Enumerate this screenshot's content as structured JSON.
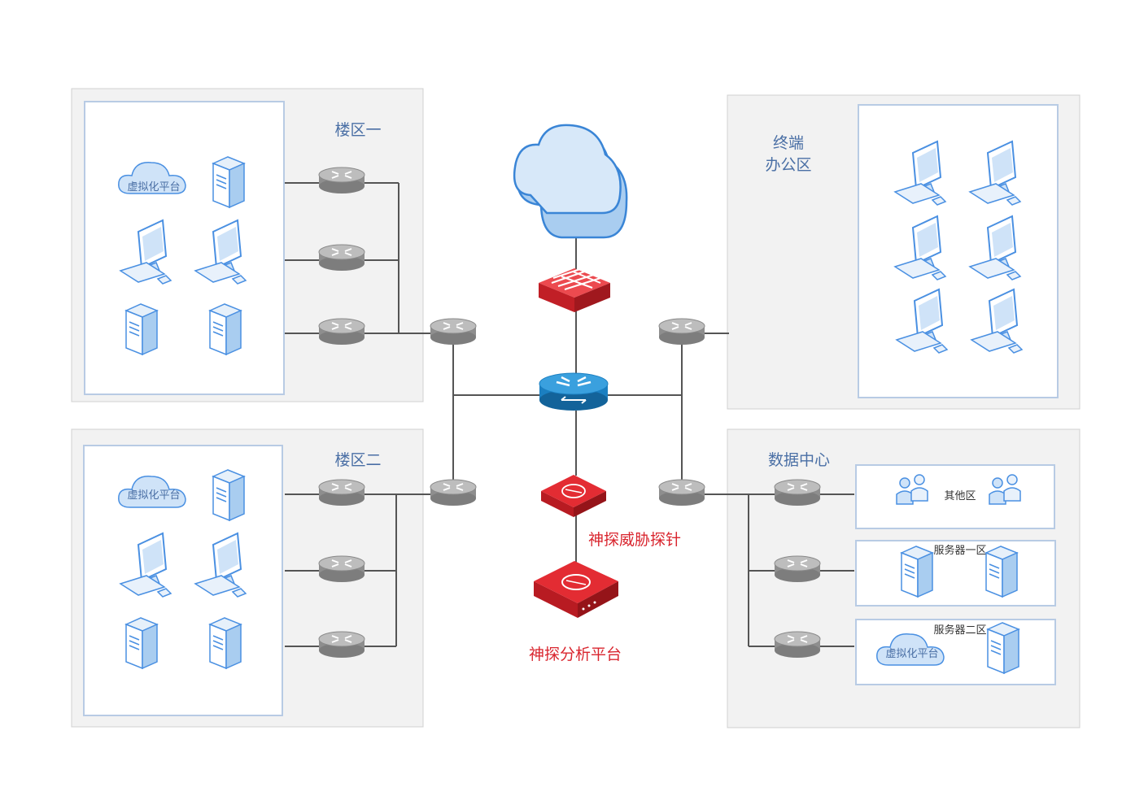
{
  "zones": {
    "building1": {
      "title": "楼区一",
      "virt_label": "虚拟化平台"
    },
    "building2": {
      "title": "楼区二",
      "virt_label": "虚拟化平台"
    },
    "office": {
      "title_line1": "终端",
      "title_line2": "办公区"
    },
    "datacenter": {
      "title": "数据中心",
      "other_zone": "其他区",
      "server_zone1": "服务器一区",
      "server_zone2": "服务器二区",
      "virt_label": "虚拟化平台"
    }
  },
  "core": {
    "probe_label": "神探威胁探针",
    "platform_label": "神探分析平台"
  },
  "colors": {
    "accent_blue": "#4a90e2",
    "alert_red": "#d9252e",
    "router_gray": "#9a9a9a"
  }
}
